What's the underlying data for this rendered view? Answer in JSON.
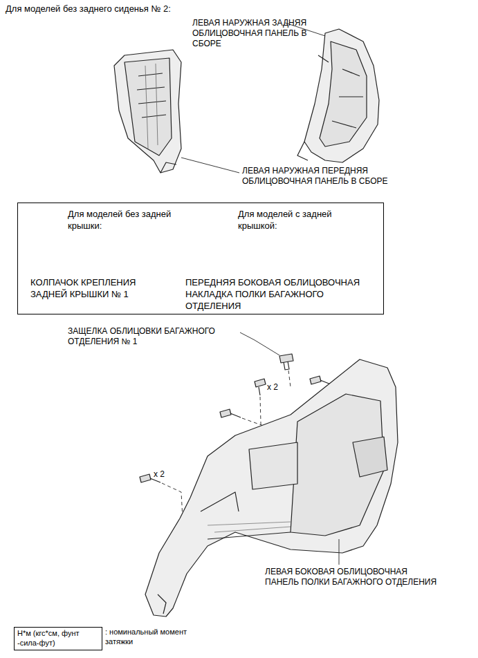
{
  "diagram": {
    "title": "Для моделей без заднего сиденья № 2:",
    "nodes": [
      {
        "text": [
          "Для моделей без задней крышки:",
          "Для моделей с задней крышкой:",
          "КОЛПАЧОК КРЕПЛЕНИЯ ЗАДНЕЙ КРЫШКИ № 1",
          "ПЕРЕДНЯЯ БОКОВАЯ ОБЛИЦОВОЧНАЯ НАКЛАДКА ПОЛКИ БАГАЖНОГО ОТДЕЛЕНИЯ"
        ]
      },
      {
        "text": [
          "Н*м (кгс*см, фунт -сила-фут)"
        ]
      }
    ],
    "edges": [],
    "labels": [
      "ЛЕВАЯ НАРУЖНАЯ ЗАДНЯЯ ОБЛИЦОВОЧНАЯ ПАНЕЛЬ В СБОРЕ",
      "ЛЕВАЯ НАРУЖНАЯ ПЕРЕДНЯЯ ОБЛИЦОВОЧНАЯ ПАНЕЛЬ В СБОРЕ",
      "ЗАЩЕЛКА ОБЛИЦОВКИ БАГАЖНОГО ОТДЕЛЕНИЯ № 1",
      "x 2",
      "x 2",
      "ЛЕВАЯ БОКОВАЯ ОБЛИЦОВОЧНАЯ ПАНЕЛЬ ПОЛКИ БАГАЖНОГО ОТДЕЛЕНИЯ",
      ": номинальный момент затяжки"
    ]
  }
}
